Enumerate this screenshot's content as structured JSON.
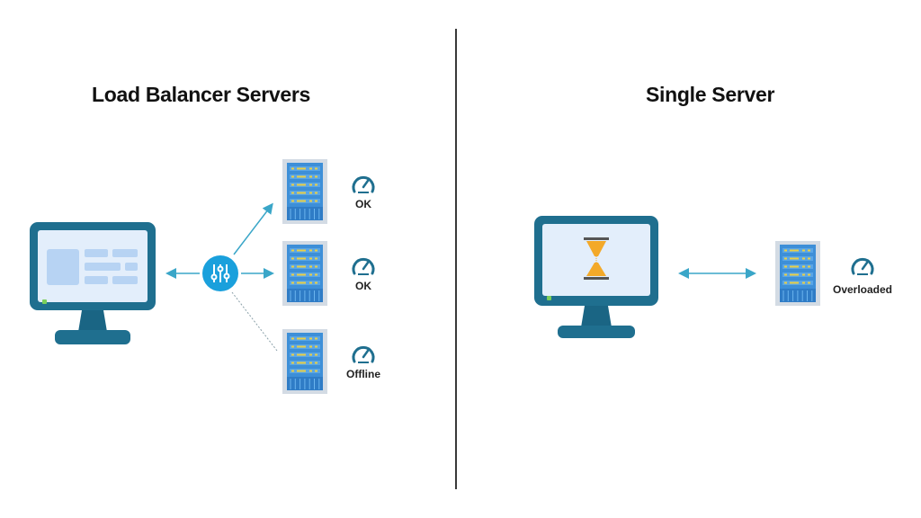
{
  "left_panel": {
    "title": "Load Balancer Servers",
    "balancer_icon": "sliders-icon",
    "servers": [
      {
        "status": "OK",
        "link": "solid"
      },
      {
        "status": "OK",
        "link": "solid"
      },
      {
        "status": "Offline",
        "link": "dotted"
      }
    ]
  },
  "right_panel": {
    "title": "Single Server",
    "screen_icon": "hourglass-icon",
    "servers": [
      {
        "status": "Overloaded"
      }
    ]
  },
  "colors": {
    "monitor_frame": "#1f6f8f",
    "screen": "#e3eefb",
    "accent": "#1aa0dc",
    "arrow": "#3aa6c8",
    "server_blue": "#3d8fd8",
    "server_led": "#e9d046",
    "hourglass": "#f3a929"
  }
}
